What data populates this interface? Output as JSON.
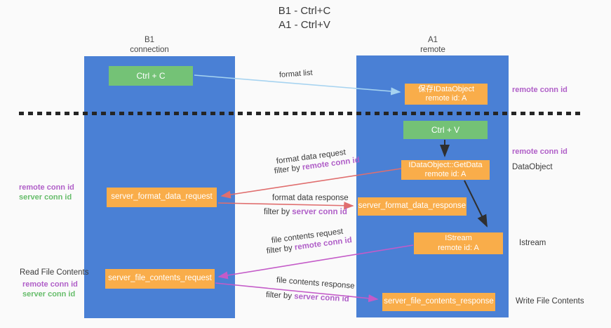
{
  "title": {
    "line1": "B1 - Ctrl+C",
    "line2": "A1 - Ctrl+V"
  },
  "lanes": {
    "left": {
      "title": "B1",
      "subtitle": "connection"
    },
    "right": {
      "title": "A1",
      "subtitle": "remote"
    }
  },
  "boxes": {
    "ctrl_c": {
      "label": "Ctrl + C"
    },
    "ctrl_v": {
      "label": "Ctrl + V"
    },
    "save_idataobject": {
      "line1": "保存IDataObject",
      "line2": "remote id: A"
    },
    "getdata": {
      "line1": "IDataObject::GetData",
      "line2": "remote id: A"
    },
    "istream": {
      "line1": "IStream",
      "line2": "remote id: A"
    },
    "server_format_data_request": {
      "label": "server_format_data_request"
    },
    "server_format_data_response": {
      "label": "server_format_data_response"
    },
    "server_file_contents_request": {
      "label": "server_file_contents_request"
    },
    "server_file_contents_response": {
      "label": "server_file_contents_response"
    }
  },
  "flow_labels": {
    "format_list": "format list",
    "format_data_request": "format data request",
    "format_data_response": "format data response",
    "file_contents_request": "file contents request",
    "file_contents_response": "file contents response",
    "filter_by": "filter by",
    "remote_conn_id": "remote conn id",
    "server_conn_id": "server conn id"
  },
  "side_labels": {
    "left": {
      "remote_conn_id": "remote conn id",
      "server_conn_id": "server conn id",
      "read_file_contents": "Read File Contents",
      "remote_conn_id_2": "remote conn id",
      "server_conn_id_2": "server conn id"
    },
    "right": {
      "remote_conn_id_top": "remote conn id",
      "remote_conn_id_mid": "remote conn id",
      "dataobject": "DataObject",
      "istream": "Istream",
      "write_file_contents": "Write File Contents"
    }
  },
  "colors": {
    "lane_blue": "#4a80d5",
    "box_green": "#74c276",
    "box_orange": "#f9ad4a",
    "purple_text": "#b05fc8",
    "green_text": "#67bd6b",
    "arrow_red": "#e06e6e",
    "arrow_magenta": "#c45bc8",
    "arrow_lightblue": "#a6d3f0",
    "arrow_black": "#2f2f2f"
  }
}
